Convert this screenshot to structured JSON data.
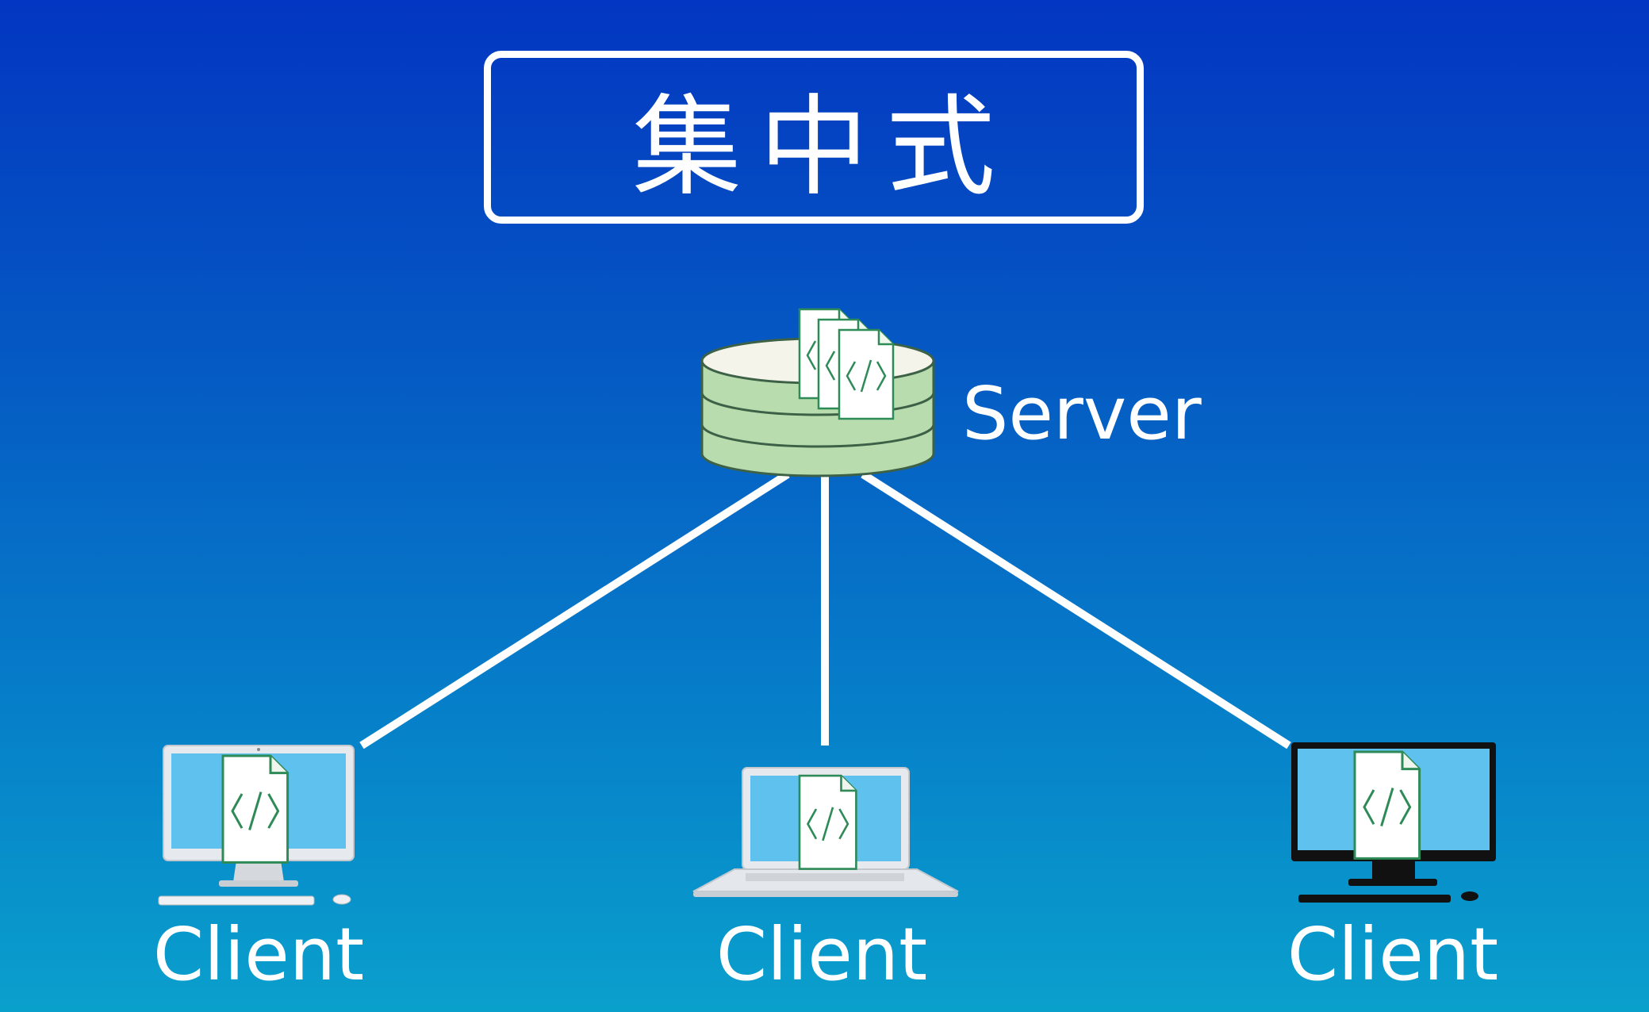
{
  "title": "集中式",
  "server": {
    "label": "Server",
    "icon": "database-icon",
    "files_icon": "code-file-icon"
  },
  "clients": [
    {
      "label": "Client",
      "device": "desktop-white-icon"
    },
    {
      "label": "Client",
      "device": "laptop-icon"
    },
    {
      "label": "Client",
      "device": "desktop-black-icon"
    }
  ],
  "colors": {
    "background_top": "#0336c2",
    "background_bottom": "#0aa0cc",
    "database_fill": "#b9dcae",
    "screen_fill": "#5ec1ee",
    "file_stroke": "#2e8b57",
    "line": "#ffffff"
  }
}
